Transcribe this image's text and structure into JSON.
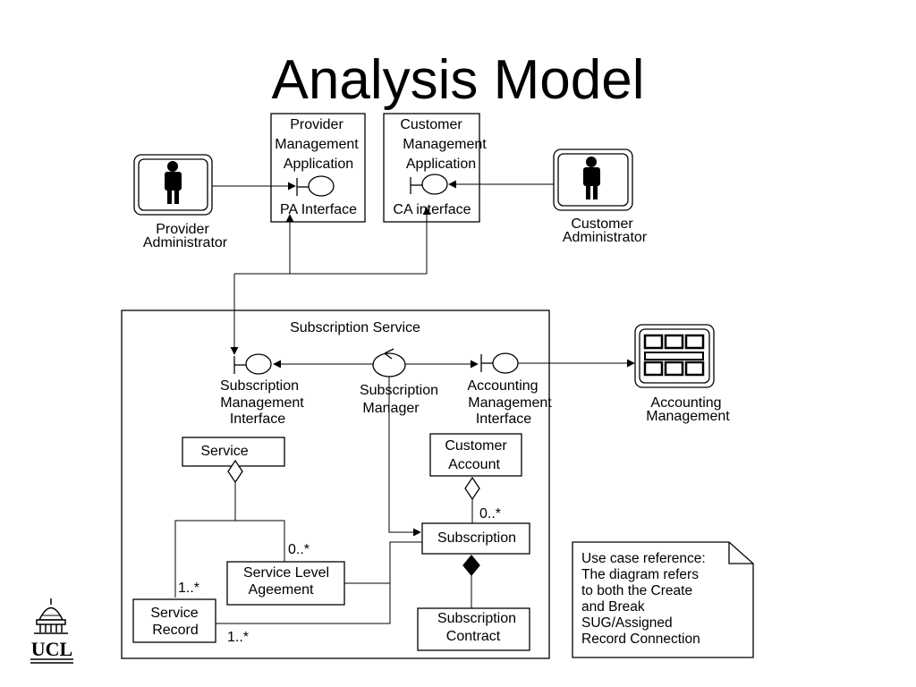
{
  "title": "Analysis Model",
  "boxes": {
    "provider_app": [
      "Provider",
      "Management",
      "Application"
    ],
    "customer_app": [
      "Customer",
      "Management",
      "Application"
    ],
    "service": "Service",
    "customer_account": [
      "Customer",
      "Account"
    ],
    "subscription": "Subscription",
    "service_level": [
      "Service Level",
      "Ageement"
    ],
    "service_record": [
      "Service",
      "Record"
    ],
    "subscription_contract": [
      "Subscription",
      "Contract"
    ]
  },
  "interfaces": {
    "pa": "PA Interface",
    "ca": "CA interface",
    "subscription_mgmt": [
      "Subscription",
      "Management",
      "Interface"
    ],
    "accounting_mgmt": [
      "Accounting",
      "Management",
      "Interface"
    ]
  },
  "actors": {
    "provider_admin": [
      "Provider",
      "Administrator"
    ],
    "customer_admin": [
      "Customer",
      "Administrator"
    ],
    "accounting": [
      "Accounting",
      "Management"
    ]
  },
  "subsystem": {
    "name": "Subscription Service",
    "controller": [
      "Subscription",
      "Manager"
    ]
  },
  "multiplicities": {
    "account_subscription": "0..*",
    "service_sla": "0..*",
    "service_record": "1..*",
    "record_subscription": "1..*"
  },
  "note": [
    "Use case reference:",
    "The diagram refers",
    "to both the Create",
    "and Break",
    "SUG/Assigned",
    "Record Connection"
  ],
  "logo": "UCL"
}
